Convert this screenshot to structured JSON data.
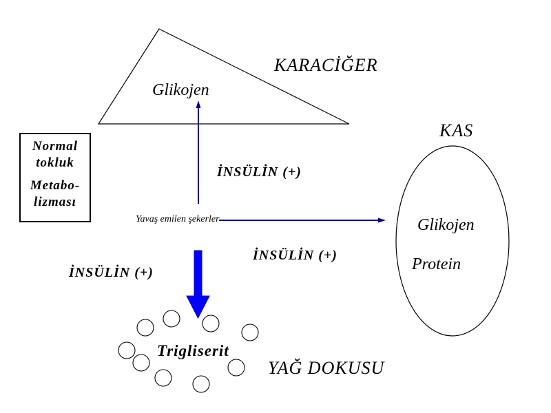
{
  "labels": {
    "liver": "KARACİĞER",
    "liver_glycogen": "Glikojen",
    "muscle": "KAS",
    "muscle_glycogen": "Glikojen",
    "muscle_protein": "Protein",
    "insulin_up": "İNSÜLİN (+)",
    "insulin_right": "İNSÜLİN (+)",
    "insulin_down": "İNSÜLİN (+)",
    "slow_sugars": "Yavaş emilen şekerler",
    "triglyceride": "Trigliserit",
    "adipose": "YAĞ DOKUSU"
  },
  "box": {
    "line1": "Normal",
    "line2": "tokluk",
    "line3": "Metabo-",
    "line4": "lizması"
  },
  "colors": {
    "arrow_blue": "#0000ff",
    "line_navy": "#000080",
    "text": "#000000"
  }
}
